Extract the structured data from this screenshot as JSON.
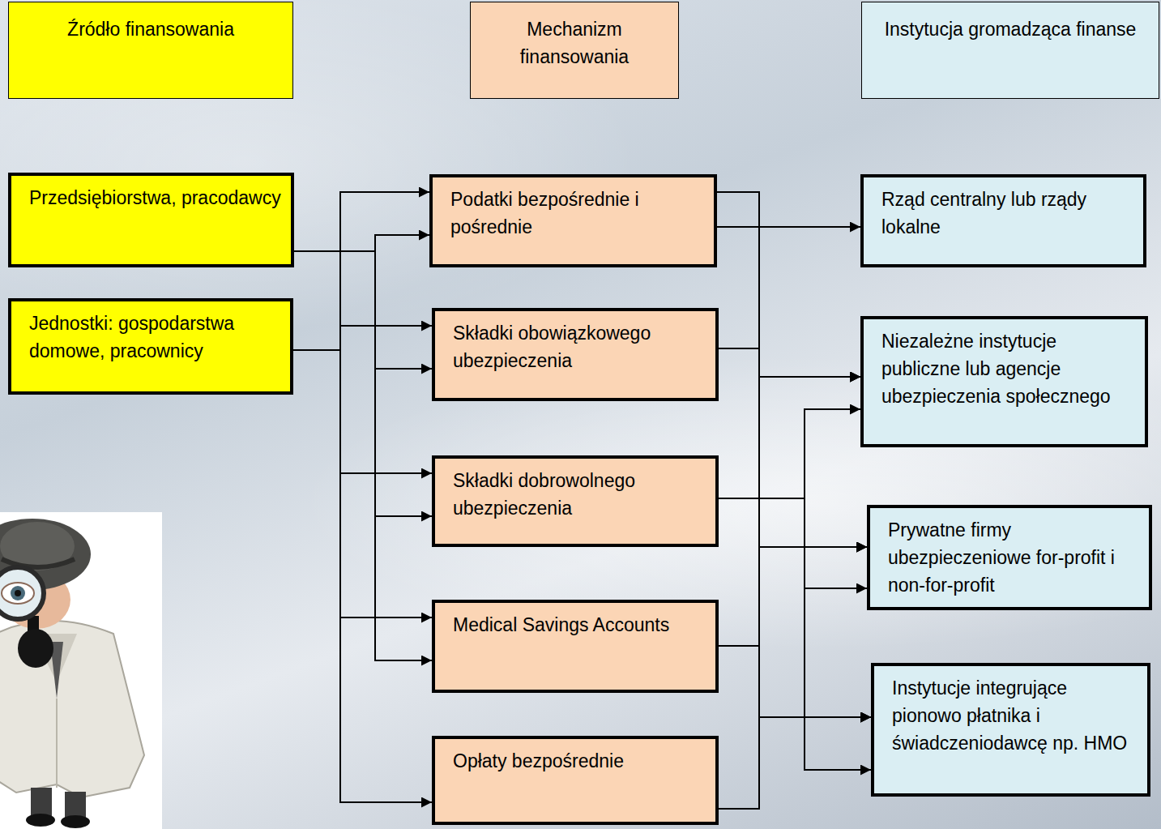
{
  "diagram": {
    "nodes": [
      {
        "text": [
          "Źródło finansowania"
        ]
      },
      {
        "text": [
          "Mechanizm finansowania"
        ]
      },
      {
        "text": [
          "Instytucja gromadząca finanse"
        ]
      },
      {
        "text": [
          "Przedsiębiorstwa, pracodawcy"
        ]
      },
      {
        "text": [
          "Jednostki: gospodarstwa domowe, pracownicy"
        ]
      },
      {
        "text": [
          "Podatki bezpośrednie i pośrednie"
        ]
      },
      {
        "text": [
          "Składki obowiązkowego ubezpieczenia"
        ]
      },
      {
        "text": [
          "Składki dobrowolnego ubezpieczenia"
        ]
      },
      {
        "text": [
          "Medical Savings Accounts"
        ]
      },
      {
        "text": [
          "Opłaty bezpośrednie"
        ]
      },
      {
        "text": [
          "Rząd centralny lub rządy lokalne"
        ]
      },
      {
        "text": [
          "Niezależne instytucje publiczne lub agencje ubezpieczenia społecznego"
        ]
      },
      {
        "text": [
          "Prywatne firmy ubezpieczeniowe for-profit i non-for-profit"
        ]
      },
      {
        "text": [
          "Instytucje integrujące pionowo płatnika i świadczeniodawcę np. HMO"
        ]
      }
    ],
    "edges": [
      {
        "from": 3,
        "to": 5,
        "arrow": "to"
      },
      {
        "from": 3,
        "to": 6,
        "arrow": "to"
      },
      {
        "from": 3,
        "to": 7,
        "arrow": "to"
      },
      {
        "from": 3,
        "to": 8,
        "arrow": "to"
      },
      {
        "from": 4,
        "to": 5,
        "arrow": "to"
      },
      {
        "from": 4,
        "to": 6,
        "arrow": "to"
      },
      {
        "from": 4,
        "to": 7,
        "arrow": "to"
      },
      {
        "from": 4,
        "to": 8,
        "arrow": "to"
      },
      {
        "from": 4,
        "to": 9,
        "arrow": "to"
      },
      {
        "from": 5,
        "to": 10,
        "arrow": "to"
      },
      {
        "from": 5,
        "to": 11,
        "arrow": "to"
      },
      {
        "from": 5,
        "to": 12,
        "arrow": "to"
      },
      {
        "from": 5,
        "to": 13,
        "arrow": "to"
      },
      {
        "from": 6,
        "to": 11,
        "arrow": "to"
      },
      {
        "from": 6,
        "to": 12,
        "arrow": "to"
      },
      {
        "from": 6,
        "to": 13,
        "arrow": "to"
      },
      {
        "from": 8,
        "to": 11,
        "arrow": "to"
      },
      {
        "from": 8,
        "to": 12,
        "arrow": "to"
      },
      {
        "from": 8,
        "to": 13,
        "arrow": "to"
      },
      {
        "from": 9,
        "to": 11,
        "arrow": "to"
      },
      {
        "from": 9,
        "to": 12,
        "arrow": "to"
      },
      {
        "from": 9,
        "to": 13,
        "arrow": "to"
      },
      {
        "from": 7,
        "to": 11,
        "arrow": "to"
      },
      {
        "from": 7,
        "to": 12,
        "arrow": "to"
      },
      {
        "from": 7,
        "to": 13,
        "arrow": "to"
      }
    ]
  }
}
